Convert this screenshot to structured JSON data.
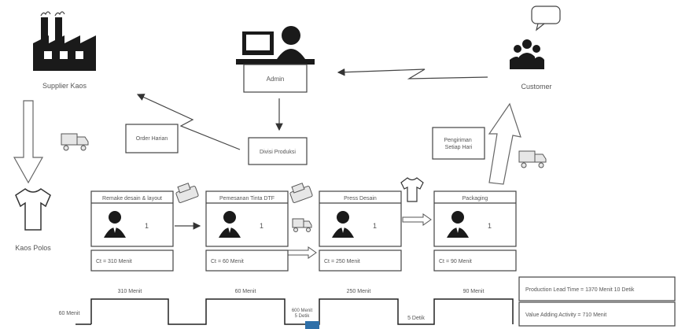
{
  "entities": {
    "supplier": "Supplier Kaos",
    "admin": "Admin",
    "customer": "Customer",
    "raw_material": "Kaos Polos",
    "production_division": "Divisi Produksi",
    "order_note": "Order Harian",
    "shipping_note": "Pengiriman Setiap Hari"
  },
  "processes": [
    {
      "name": "Remake desain & layout",
      "operators": "1",
      "ct": "Ct = 310 Menit"
    },
    {
      "name": "Pemesanan Tinta DTF",
      "operators": "1",
      "ct": "Ct = 60 Menit"
    },
    {
      "name": "Press Desain",
      "operators": "1",
      "ct": "Ct = 250 Menit"
    },
    {
      "name": "Packaging",
      "operators": "1",
      "ct": "Ct = 90 Menit"
    }
  ],
  "timeline": {
    "up": [
      "310 Menit",
      "60 Menit",
      "250 Menit",
      "90 Menit"
    ],
    "down": [
      "60 Menit",
      "600 Menit 5 Detik",
      "5 Detik"
    ]
  },
  "summary": {
    "lead_time": "Production Lead Time = 1370 Menit 10 Detik",
    "value_adding": "Value Adding Activity = 710 Menit"
  }
}
